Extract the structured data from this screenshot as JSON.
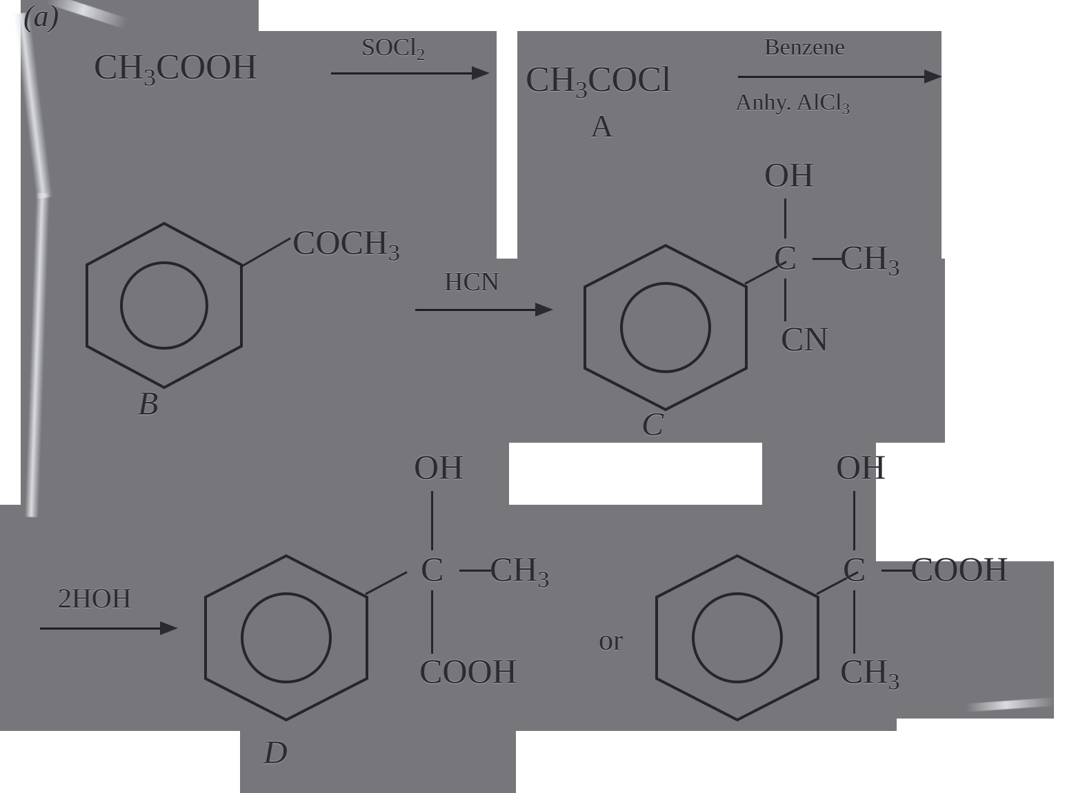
{
  "figure": {
    "part_label": "(a)",
    "background_color": "#76767b",
    "ink_color": "#25252b"
  },
  "row1": {
    "reactant": "CH",
    "reactant_sub": "3",
    "reactant_tail": "COOH",
    "reagent1": "SOCl",
    "reagent1_sub": "2",
    "product": "CH",
    "product_sub": "3",
    "product_tail": "COCl",
    "product_label": "A",
    "reagent2_top": "Benzene",
    "reagent2_bottom_a": "Anhy. AlCl",
    "reagent2_bottom_sub": "3"
  },
  "row2": {
    "structure_b": {
      "label": "B",
      "substituent": "COCH",
      "substituent_sub": "3"
    },
    "reagent": "HCN",
    "structure_c": {
      "label": "C",
      "top_group": "OH",
      "right_group": "CH",
      "right_group_sub": "3",
      "bottom_group": "CN",
      "center_atom": "C"
    }
  },
  "row3": {
    "reagent": "2HOH",
    "structure_d": {
      "label": "D",
      "top_group": "OH",
      "right_group": "CH",
      "right_group_sub": "3",
      "bottom_group": "COOH",
      "center_atom": "C"
    },
    "conjunction": "or",
    "structure_d_alt": {
      "top_group": "OH",
      "right_group": "COOH",
      "bottom_group": "CH",
      "bottom_group_sub": "3",
      "center_atom": "C"
    }
  }
}
